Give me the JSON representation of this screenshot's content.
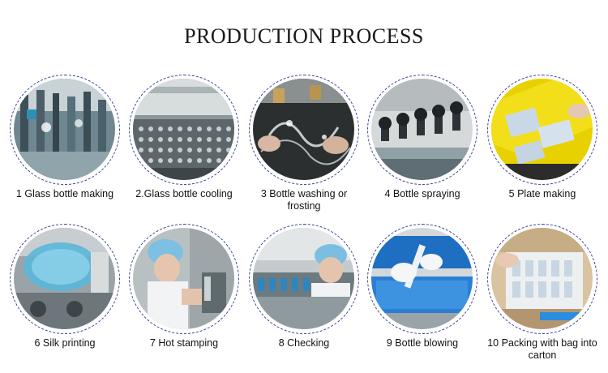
{
  "title": "PRODUCTION PROCESS",
  "steps": [
    {
      "caption": "1 Glass bottle making",
      "scene": "glass-bottle-machine"
    },
    {
      "caption": "2.Glass bottle cooling",
      "scene": "conveyor-bottles"
    },
    {
      "caption": "3 Bottle washing or frosting",
      "scene": "water-splash"
    },
    {
      "caption": "4 Bottle spraying",
      "scene": "spray-nozzles"
    },
    {
      "caption": "5 Plate making",
      "scene": "yellow-plates"
    },
    {
      "caption": "6 Silk printing",
      "scene": "silk-print-machine"
    },
    {
      "caption": "7 Hot stamping",
      "scene": "worker-hairnet"
    },
    {
      "caption": "8 Checking",
      "scene": "inspection-line"
    },
    {
      "caption": "9 Bottle blowing",
      "scene": "blue-crates"
    },
    {
      "caption": "10 Packing with bag into carton",
      "scene": "carton-packing"
    }
  ]
}
